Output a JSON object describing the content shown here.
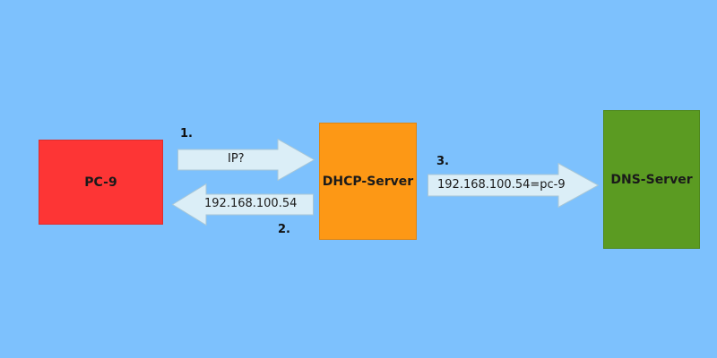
{
  "nodes": {
    "pc": {
      "label": "PC-9",
      "color": "#fd3535"
    },
    "dhcp": {
      "label": "DHCP-Server",
      "color": "#fd9815"
    },
    "dns": {
      "label": "DNS-Server",
      "color": "#5b9b22"
    }
  },
  "arrows": [
    {
      "step": "1.",
      "label": "IP?",
      "direction": "right"
    },
    {
      "step": "2.",
      "label": "192.168.100.54",
      "direction": "left"
    },
    {
      "step": "3.",
      "label": "192.168.100.54=pc-9",
      "direction": "right"
    }
  ],
  "colors": {
    "background": "#7dc1fd",
    "arrow_fill": "#dbeef7",
    "arrow_stroke": "#a9c7d6"
  }
}
